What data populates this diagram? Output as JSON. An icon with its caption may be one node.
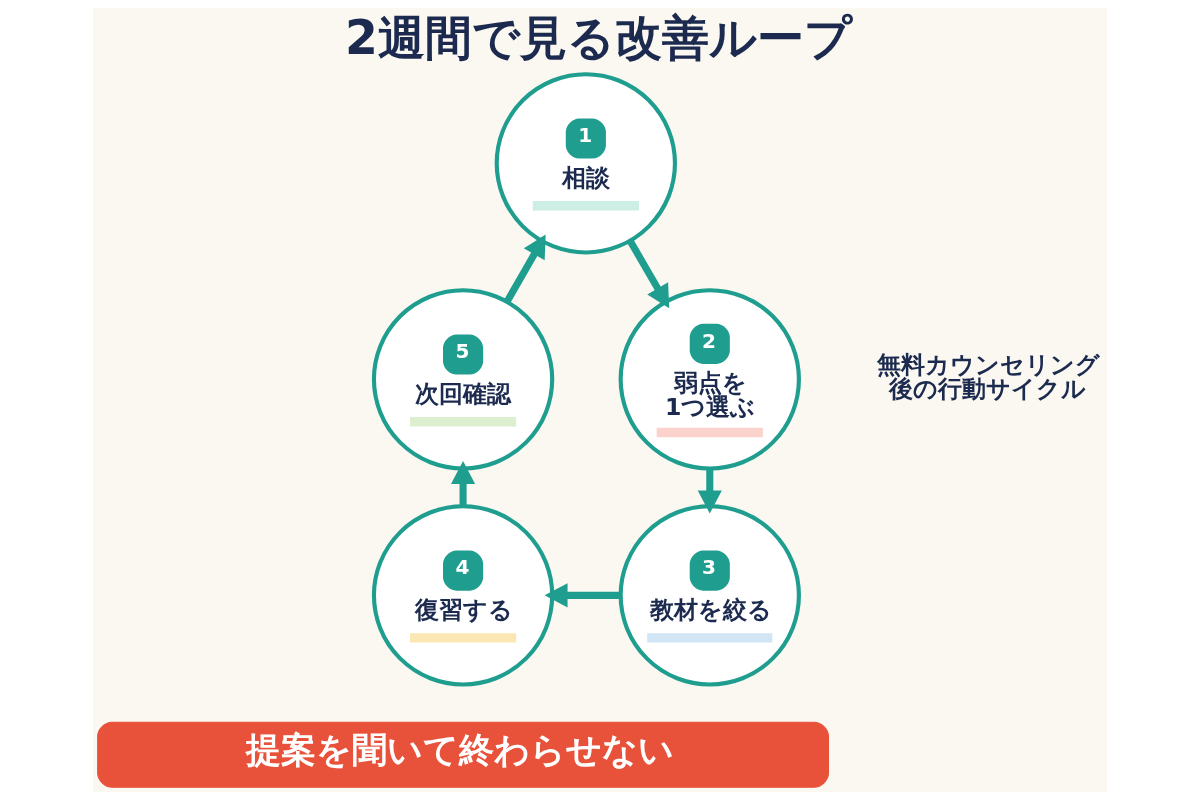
{
  "diagram": {
    "title": "2週間で見る改善ループ",
    "nodes": [
      {
        "text": [
          "1",
          "相談"
        ]
      },
      {
        "text": [
          "2",
          "弱点を1つ選ぶ"
        ]
      },
      {
        "text": [
          "3",
          "教材を絞る"
        ]
      },
      {
        "text": [
          "4",
          "復習する"
        ]
      },
      {
        "text": [
          "5",
          "次回確認"
        ]
      },
      {
        "text": [
          "提案を聞いて終わらせない"
        ]
      }
    ],
    "edges": [
      {
        "from": 0,
        "to": 1,
        "arrow": "to"
      },
      {
        "from": 1,
        "to": 2,
        "arrow": "to"
      },
      {
        "from": 2,
        "to": 3,
        "arrow": "to"
      },
      {
        "from": 3,
        "to": 4,
        "arrow": "to"
      },
      {
        "from": 4,
        "to": 0,
        "arrow": "to"
      }
    ],
    "labels": [
      "無料カウンセリング後の行動サイクル"
    ]
  }
}
